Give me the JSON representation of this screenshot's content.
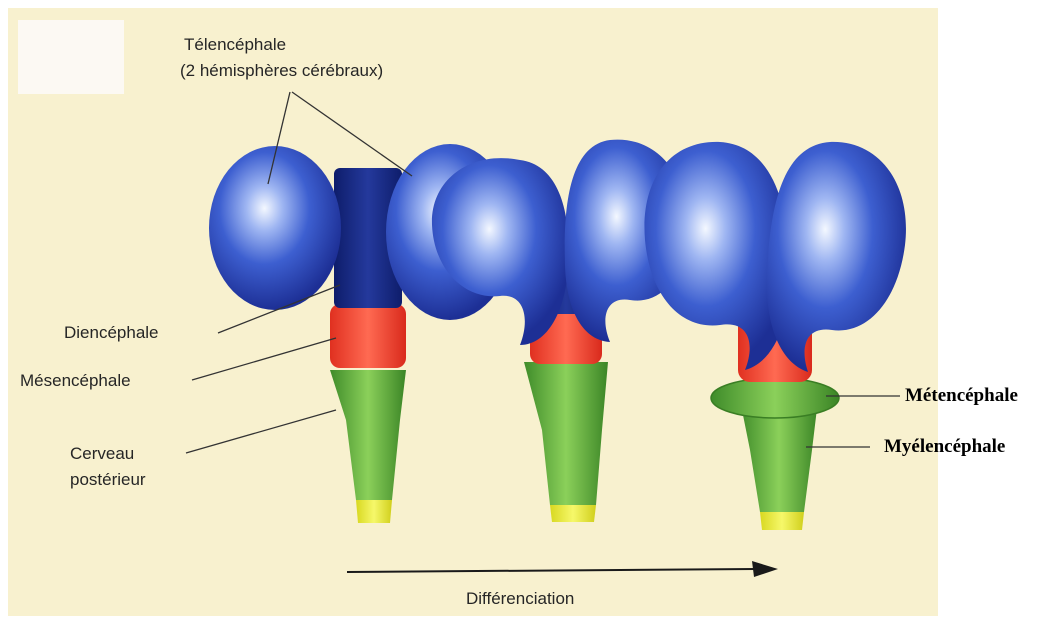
{
  "labels": {
    "telencephale": "Télencéphale",
    "telencephale_sub": "(2 hémisphères cérébraux)",
    "diencephale": "Diencéphale",
    "mesencephale": "Mésencéphale",
    "cerveau_line1": "Cerveau",
    "cerveau_line2": "postérieur",
    "metencephale": "Métencéphale",
    "myelencephale": "Myélencéphale",
    "differenciation": "Différenciation"
  },
  "colors": {
    "background": "#f8f1cf",
    "telencephalon": "#2f4fbf",
    "diencephalon": "#142a8a",
    "mesencephalon": "#ef3b2a",
    "hindbrain": "#5aa83a",
    "spinal_tip": "#e8ea3a"
  }
}
